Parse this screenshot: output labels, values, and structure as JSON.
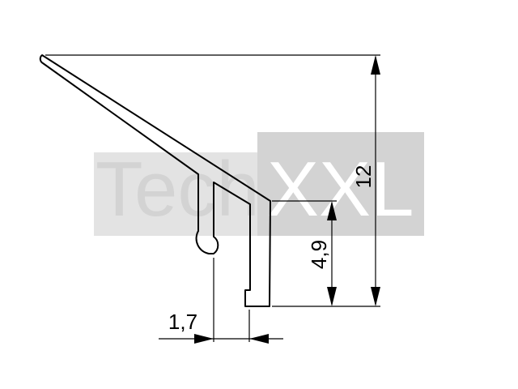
{
  "watermark": {
    "left": "Tech",
    "right": "XXL",
    "colors": {
      "light_bg": "#e3e3e3",
      "dark_bg": "#d3d3d3",
      "light_text": "#d3d3d3",
      "dark_text": "#ffffff"
    }
  },
  "dimensions": {
    "height_total": "12",
    "height_lower": "4,9",
    "width_gap": "1,7"
  }
}
